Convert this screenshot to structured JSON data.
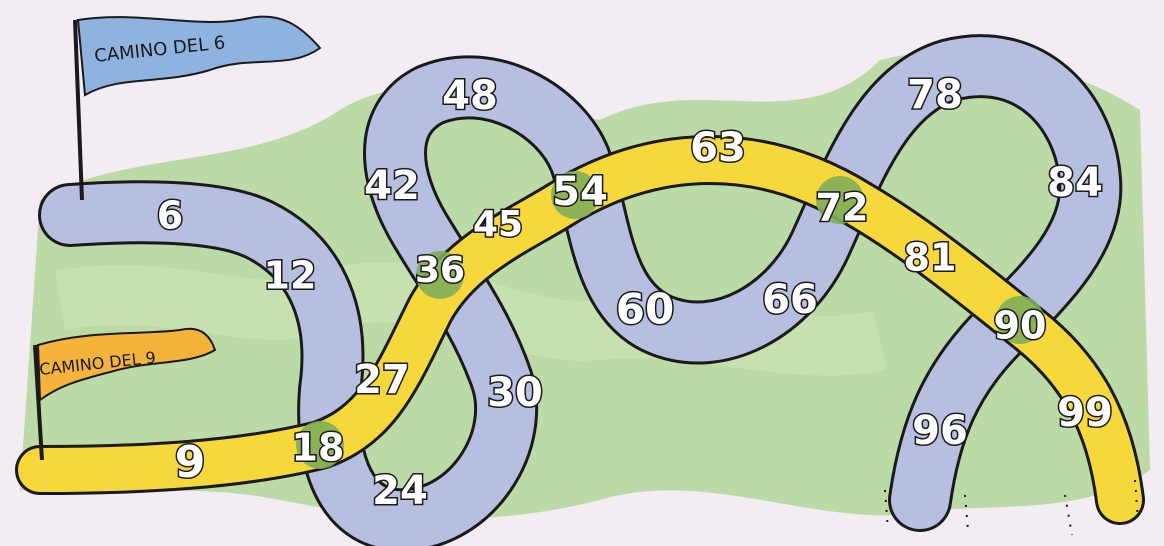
{
  "flags": {
    "six": {
      "label": "CAMINO DEL 6"
    },
    "nine": {
      "label": "CAMINO DEL 9"
    }
  },
  "paths": {
    "six": {
      "color": "#b7bfe0",
      "numbers": [
        "6",
        "12",
        "18",
        "24",
        "30",
        "36",
        "42",
        "48",
        "54",
        "60",
        "66",
        "72",
        "78",
        "84",
        "90",
        "96"
      ]
    },
    "nine": {
      "color": "#f7d83a",
      "numbers": [
        "9",
        "18",
        "27",
        "36",
        "45",
        "54",
        "63",
        "72",
        "81",
        "90",
        "99"
      ]
    },
    "overlap_color": "#7fae5a"
  },
  "colors": {
    "background": "#f3edf3",
    "grass": "#a9d38c",
    "grass_dark": "#5e9a3f",
    "outline": "#1a1a1a"
  }
}
